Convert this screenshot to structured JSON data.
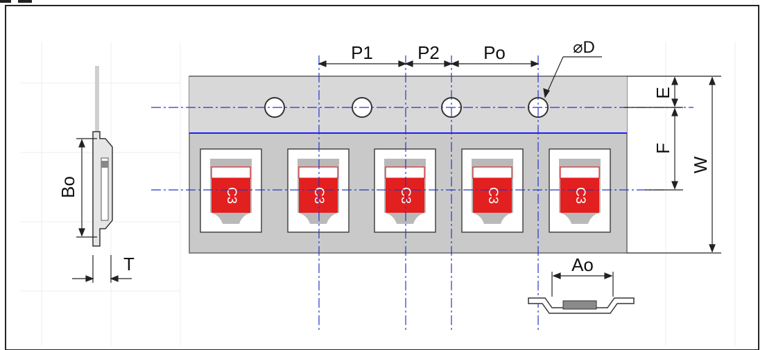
{
  "dimensions": {
    "p1": "P1",
    "p2": "P2",
    "po": "Po",
    "d": "⌀D",
    "e": "E",
    "f": "F",
    "w": "W",
    "bo": "Bo",
    "t": "T",
    "ao": "Ao"
  },
  "component_marking": "C3",
  "part_count": 5,
  "sprocket_hole_count": 4,
  "colors": {
    "tape": "#c9c9c9",
    "carrier_strip": "#d8d8d8",
    "chip_body": "#e32020",
    "center_line": "#2436c8",
    "guide_line": "#1c1cff",
    "outline": "#333333"
  }
}
